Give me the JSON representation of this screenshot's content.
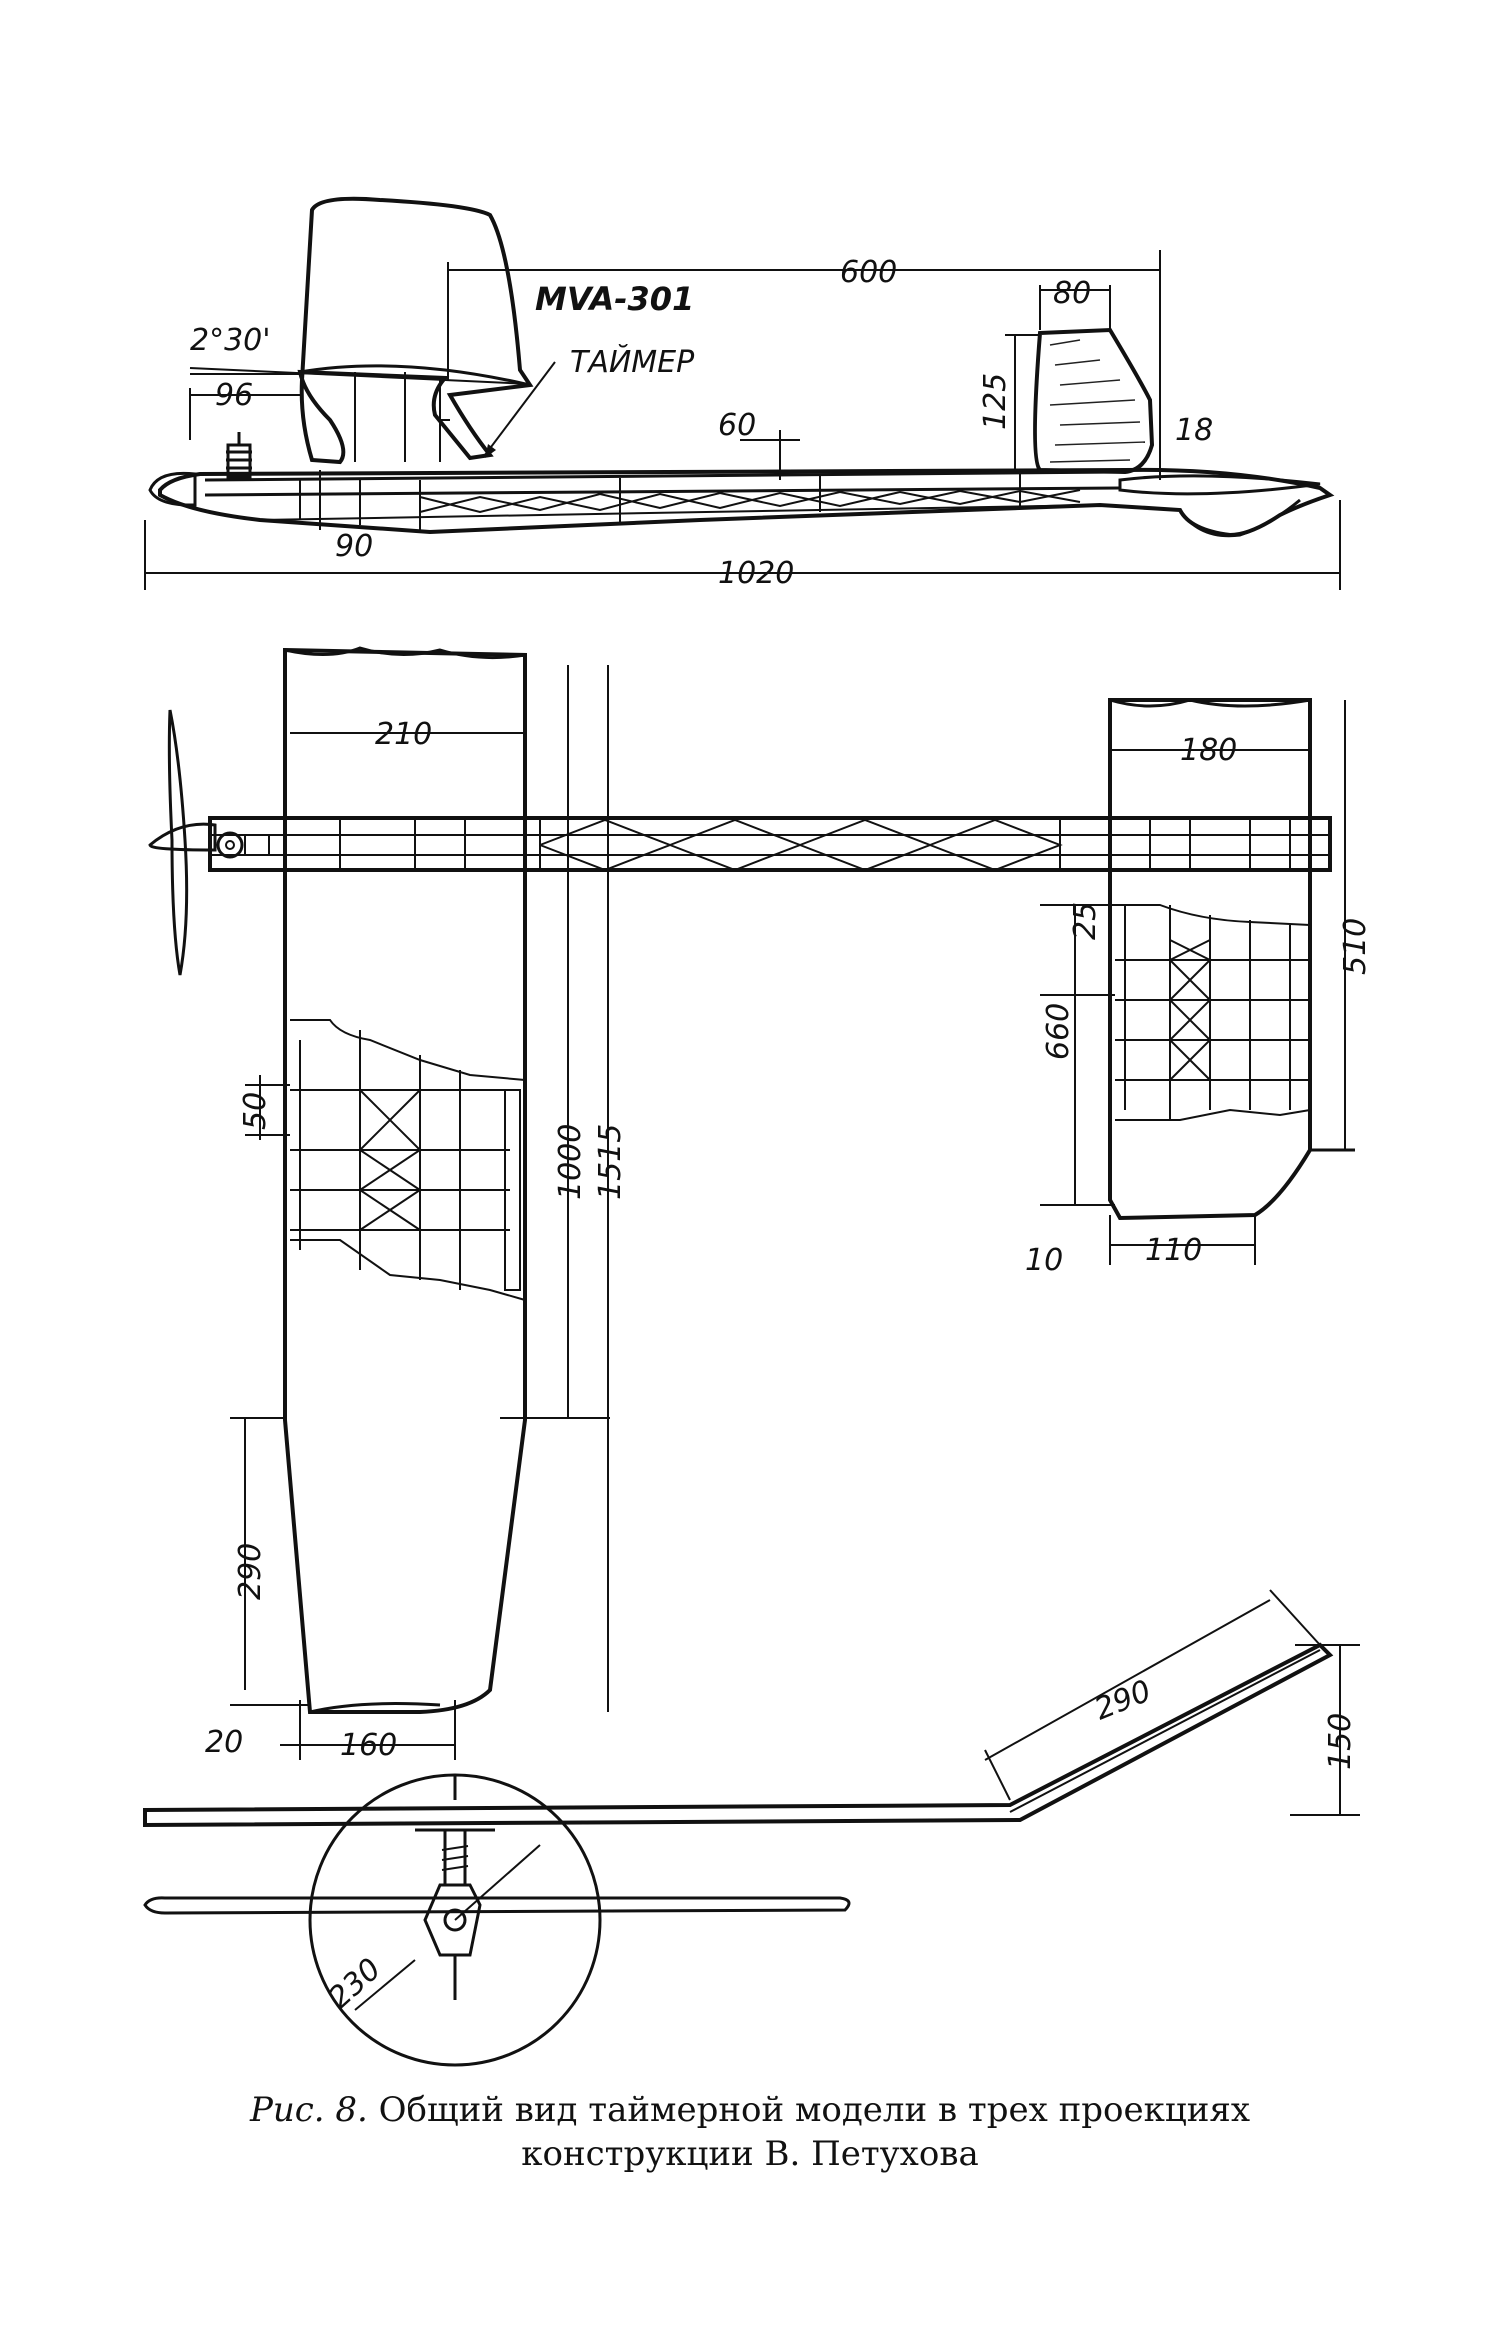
{
  "side_view": {
    "model_name": "MVA-301",
    "timer_label": "ТАЙМЕР",
    "angle_label": "2°30'",
    "dims": {
      "span_600": "600",
      "fin_80": "80",
      "fin_125": "125",
      "fin_18": "18",
      "d_96": "96",
      "d_60": "60",
      "d_90": "90",
      "length_1020": "1020"
    }
  },
  "top_view": {
    "dims": {
      "wing_chord": "210",
      "stab_chord": "180",
      "rib_50": "50",
      "half_span_1000": "1000",
      "half_span_1515": "1515",
      "tip_290": "290",
      "tip_20": "20",
      "tip_chord_160": "160",
      "stab_25": "25",
      "stab_660": "660",
      "stab_510": "510",
      "stab_10": "10",
      "stab_tip_110": "110"
    }
  },
  "front_view": {
    "dims": {
      "dihedral_290": "290",
      "dihedral_150": "150",
      "prop_230": "230"
    }
  },
  "caption": {
    "figure_label": "Рис. 8.",
    "line1": "Общий вид таймерной модели в трех проекциях",
    "line2": "конструкции В. Петухова"
  }
}
